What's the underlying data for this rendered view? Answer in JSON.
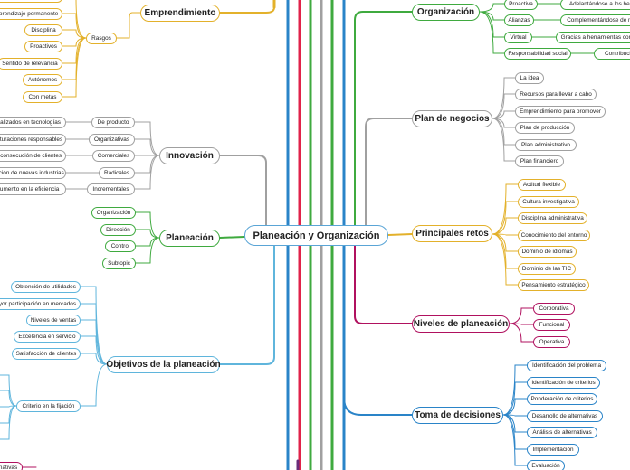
{
  "colors": {
    "central": "#5aa5d6",
    "emprendimiento": "#e3b12b",
    "innovacion": "#a0a0a0",
    "planeacion": "#3faa3f",
    "objetivos": "#5fb5dc",
    "organizacion": "#3faa3f",
    "plan_negocios": "#a0a0a0",
    "retos": "#e3b12b",
    "niveles": "#b0115f",
    "toma": "#2a84c8",
    "trunk_red": "#e0234a",
    "trunk_purple": "#6a2c7a"
  },
  "central": {
    "label": "Planeación y Organización"
  },
  "left": {
    "emprendimiento": {
      "label": "Emprendimiento",
      "rasgos": {
        "label": "Rasgos",
        "items": [
          "Aprendizaje permanente",
          "Disciplina",
          "Proactivos",
          "Sentido de relevancia",
          "Autónomos",
          "Con metas"
        ]
      }
    },
    "innovacion": {
      "label": "Innovación",
      "groups": [
        {
          "label": "De producto",
          "leaf": "Especializados en tecnologías"
        },
        {
          "label": "Organizativas",
          "leaf": "Estructuraciones responsables"
        },
        {
          "label": "Comerciales",
          "leaf": "En la consecución de clientes"
        },
        {
          "label": "Radicales",
          "leaf": "Formulación de nuevas industrias"
        },
        {
          "label": "Incrementales",
          "leaf": "Aumento en la eficiencia"
        }
      ]
    },
    "planeacion": {
      "label": "Planeación",
      "items": [
        "Organización",
        "Dirección",
        "Control",
        "Subtopic"
      ]
    },
    "objetivos": {
      "label": "Objetivos de la planeación",
      "items": [
        "Obtención de utilidades",
        "Mayor participación en mercados",
        "Niveles de ventas",
        "Excelencia en servicio",
        "Satisfacción de clientes"
      ],
      "criterio": {
        "label": "Criterio en la fijación"
      }
    },
    "bottom_leaf": "Alternativas"
  },
  "right": {
    "organizacion": {
      "label": "Organización",
      "items": [
        {
          "label": "Proactiva",
          "detail": "Adelantándose a los hechos"
        },
        {
          "label": "Alianzas",
          "detail": "Complementándose de mutuo"
        },
        {
          "label": "Virtual",
          "detail": "Gracias a herramientas comunicativas"
        },
        {
          "label": "Responsabilidad social",
          "detail": "Contribución"
        }
      ]
    },
    "plan_negocios": {
      "label": "Plan de negocios",
      "items": [
        "La idea",
        "Recursos para llevar a cabo",
        "Emprendimiento para promover",
        "Plan de producción",
        "Plan administrativo",
        "Plan financiero"
      ]
    },
    "retos": {
      "label": "Principales retos",
      "items": [
        "Actitud flexible",
        "Cultura investigativa",
        "Disciplina administrativa",
        "Conocimiento del entorno",
        "Dominio de idiomas",
        "Dominio de las TIC",
        "Pensamiento estratégico"
      ]
    },
    "niveles": {
      "label": "Niveles de planeación",
      "items": [
        "Corporativa",
        "Funcional",
        "Operativa"
      ]
    },
    "toma": {
      "label": "Toma de decisiones",
      "items": [
        "Identificación del problema",
        "Identificación de criterios",
        "Ponderación de criterios",
        "Desarrollo de alternativas",
        "Análisis de alternativas",
        "Implementación",
        "Evaluación"
      ]
    }
  }
}
